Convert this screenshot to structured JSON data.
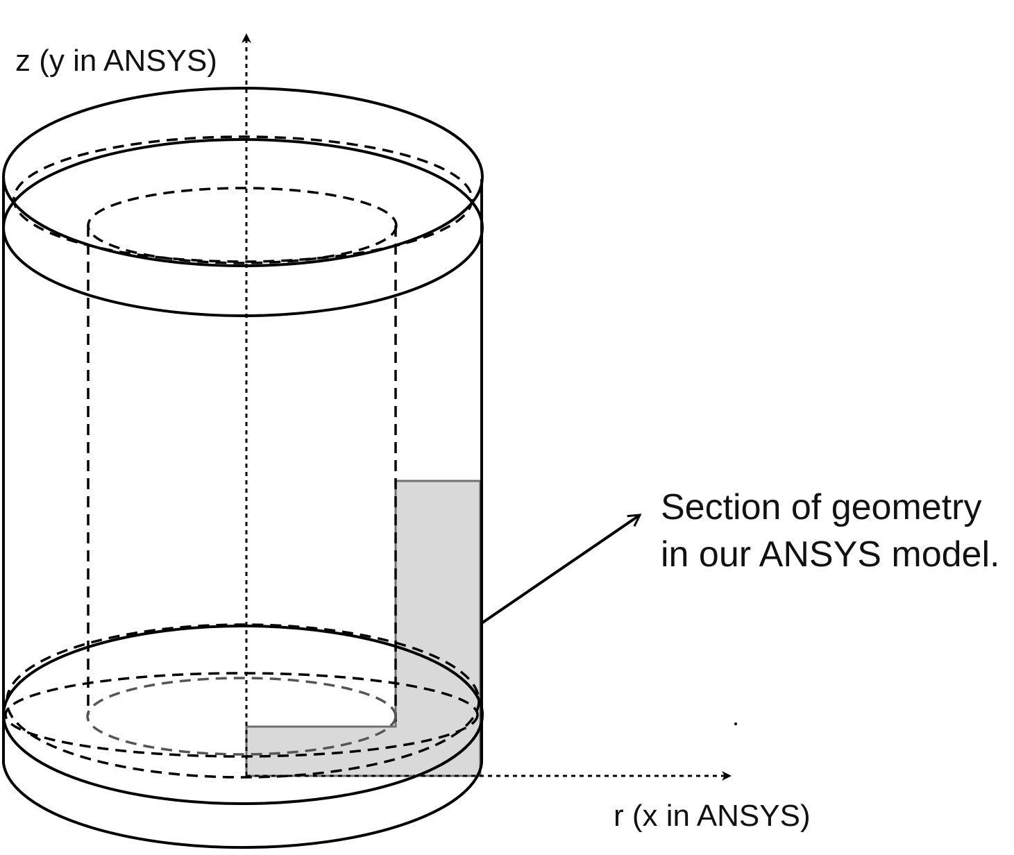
{
  "labels": {
    "z_axis": "z  (y in ANSYS)",
    "r_axis": "r  (x in ANSYS)",
    "callout_line1": "Section of geometry",
    "callout_line2": "in our ANSYS model."
  },
  "colors": {
    "line": "#000000",
    "section_fill": "#d9d9d9",
    "section_edge": "#707070",
    "background": "#ffffff"
  }
}
